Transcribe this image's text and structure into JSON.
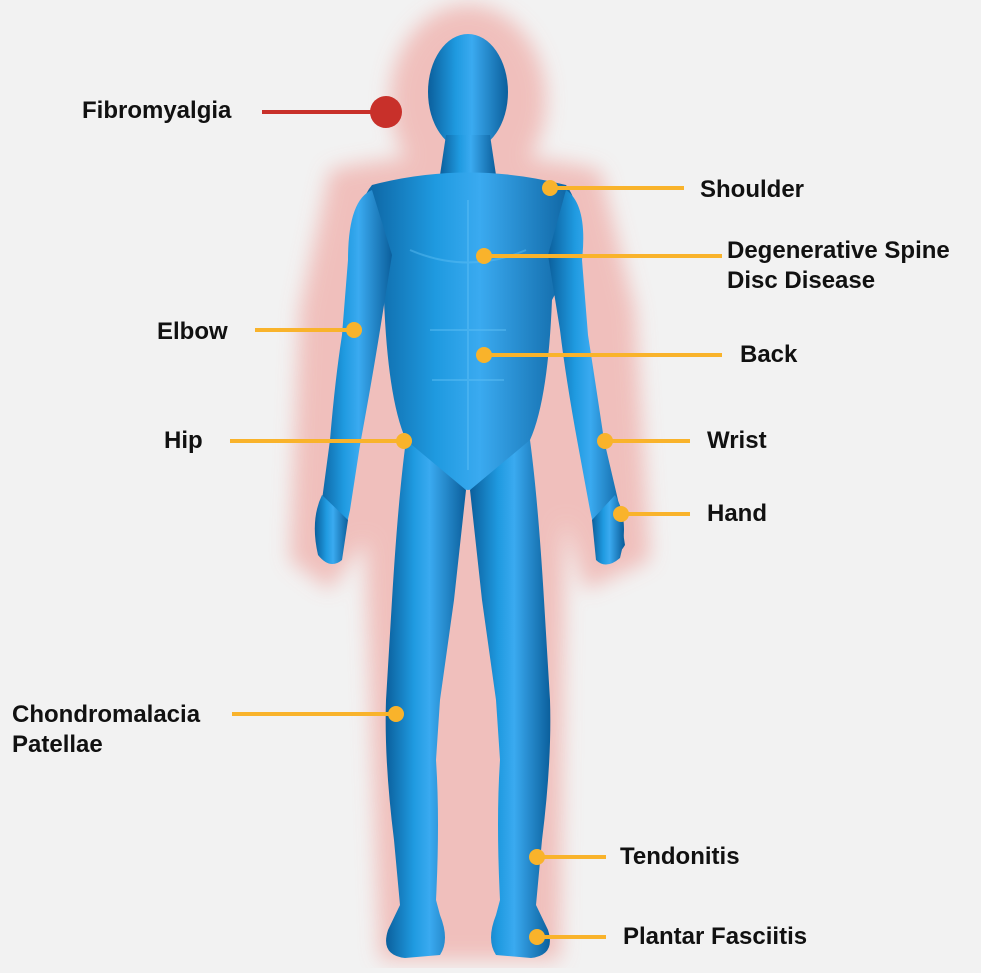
{
  "figure": {
    "colors": {
      "background": "#f2f2f2",
      "body_fill": "#1b8fd6",
      "body_dark": "#0b5f9c",
      "glow": "#f0b7b3",
      "marker_orange": "#f9b32b",
      "marker_red": "#c8302a",
      "label_text": "#111111"
    },
    "callouts": [
      {
        "id": "fibromyalgia",
        "lines": [
          "Fibromyalgia"
        ],
        "marker": "red"
      },
      {
        "id": "shoulder",
        "lines": [
          "Shoulder"
        ],
        "marker": "orange"
      },
      {
        "id": "spine",
        "lines": [
          "Degenerative Spine",
          "Disc Disease"
        ],
        "marker": "orange"
      },
      {
        "id": "elbow",
        "lines": [
          "Elbow"
        ],
        "marker": "orange"
      },
      {
        "id": "back",
        "lines": [
          "Back"
        ],
        "marker": "orange"
      },
      {
        "id": "hip",
        "lines": [
          "Hip"
        ],
        "marker": "orange"
      },
      {
        "id": "wrist",
        "lines": [
          "Wrist"
        ],
        "marker": "orange"
      },
      {
        "id": "hand",
        "lines": [
          "Hand"
        ],
        "marker": "orange"
      },
      {
        "id": "knee",
        "lines": [
          "Chondromalacia",
          "Patellae"
        ],
        "marker": "orange"
      },
      {
        "id": "tendonitis",
        "lines": [
          "Tendonitis"
        ],
        "marker": "orange"
      },
      {
        "id": "plantar",
        "lines": [
          "Plantar Fasciitis"
        ],
        "marker": "orange"
      }
    ]
  }
}
